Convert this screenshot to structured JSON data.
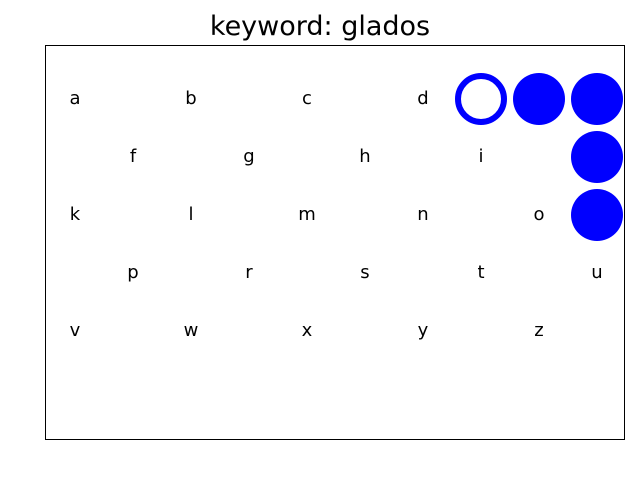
{
  "header": {
    "title": "keyword: glados"
  },
  "board": {
    "grid": [
      [
        "a",
        "",
        "b",
        "",
        "c",
        "",
        "d",
        "",
        "",
        "",
        ""
      ],
      [
        "",
        "f",
        "",
        "g",
        "",
        "h",
        "",
        "i",
        "",
        "",
        ""
      ],
      [
        "k",
        "",
        "l",
        "",
        "m",
        "",
        "n",
        "",
        "o",
        "",
        ""
      ],
      [
        "",
        "p",
        "",
        "r",
        "",
        "s",
        "",
        "t",
        "",
        "u",
        ""
      ],
      [
        "v",
        "",
        "w",
        "",
        "x",
        "",
        "y",
        "",
        "z",
        "",
        ""
      ]
    ],
    "tokens": [
      {
        "row": 0,
        "col": 7,
        "style": "ring"
      },
      {
        "row": 0,
        "col": 8,
        "style": "filled"
      },
      {
        "row": 0,
        "col": 9,
        "style": "filled"
      },
      {
        "row": 1,
        "col": 9,
        "style": "filled"
      },
      {
        "row": 2,
        "col": 9,
        "style": "filled"
      }
    ],
    "colors": {
      "token": "#0000ff",
      "ring_fill": "#ffffff",
      "border": "#000000"
    }
  }
}
